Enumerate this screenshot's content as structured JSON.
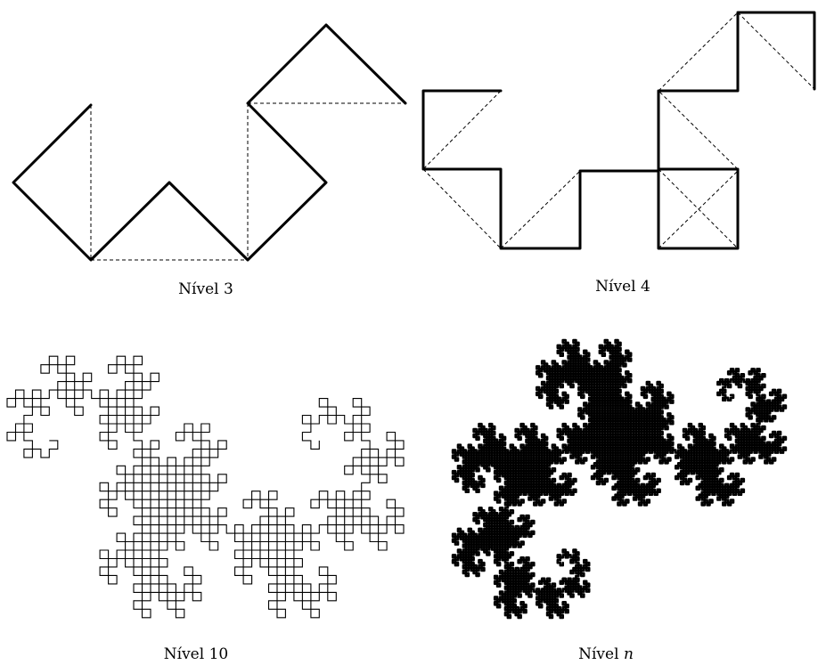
{
  "panels": [
    {
      "id": "level-3",
      "label": "Nível 3"
    },
    {
      "id": "level-4",
      "label": "Nível 4"
    },
    {
      "id": "level-10",
      "label": "Nível 10"
    },
    {
      "id": "level-n",
      "label": "Nível ",
      "label_var": "n"
    }
  ],
  "fractal": "dragon-curve",
  "colors": {
    "line": "#000000",
    "background": "#ffffff"
  }
}
